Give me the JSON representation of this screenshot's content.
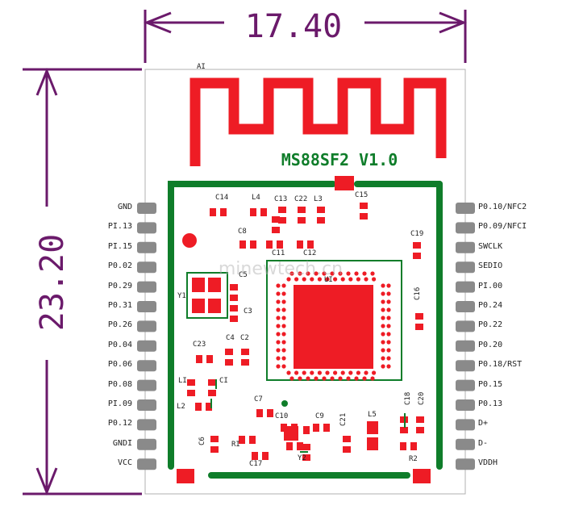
{
  "board": {
    "title": "MS88SF2 V1.0",
    "antenna_label": "AI",
    "watermark": "minewtech.cn"
  },
  "dimensions": {
    "width": "17.40",
    "height": "23.20"
  },
  "pins_left": [
    "GND",
    "PI.13",
    "PI.15",
    "P0.02",
    "P0.29",
    "P0.31",
    "P0.26",
    "P0.04",
    "P0.06",
    "P0.08",
    "PI.09",
    "P0.12",
    "GNDI",
    "VCC"
  ],
  "pins_right": [
    "P0.10/NFC2",
    "P0.09/NFCI",
    "SWCLK",
    "SEDIO",
    "PI.00",
    "P0.24",
    "P0.22",
    "P0.20",
    "P0.18/RST",
    "P0.15",
    "P0.13",
    "D+",
    "D-",
    "VDDH"
  ],
  "components": {
    "c14": "C14",
    "l4": "L4",
    "c13": "C13",
    "c22": "C22",
    "l3": "L3",
    "c15": "C15",
    "c8": "C8",
    "c11": "C11",
    "c12": "C12",
    "c19": "C19",
    "c5": "C5",
    "u1": "UI",
    "y1": "Y1",
    "c3": "C3",
    "c16": "C16",
    "c23": "C23",
    "c4": "C4",
    "c2": "C2",
    "l1": "LI",
    "c1": "CI",
    "l2": "L2",
    "c7": "C7",
    "c10": "C10",
    "c9": "C9",
    "c21": "C21",
    "l5": "L5",
    "c18": "C18",
    "c20": "C20",
    "c6": "C6",
    "r1": "RI",
    "c17": "C17",
    "y2": "Y2",
    "r2": "R2"
  },
  "colors": {
    "copper_red": "#ee1c25",
    "silk_green": "#0f7d2a",
    "dimension_purple": "#6b1a6b",
    "pin_gray": "#8a8a8a"
  }
}
